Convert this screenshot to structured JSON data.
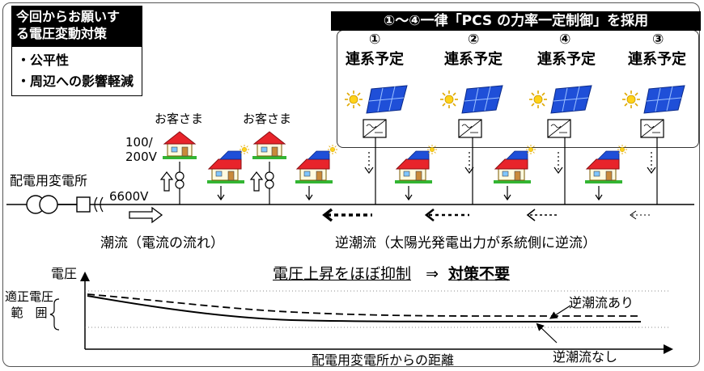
{
  "notice_box": {
    "title_line1": "今回からお願いす",
    "title_line2": "る電圧変動対策",
    "bullets": [
      "・公平性",
      "・周辺への影響軽減"
    ]
  },
  "pcs_box": {
    "title": "①〜④一律「PCS の力率一定制御」を採用",
    "units": [
      {
        "number": "①",
        "label": "連系予定"
      },
      {
        "number": "②",
        "label": "連系予定"
      },
      {
        "number": "④",
        "label": "連系予定"
      },
      {
        "number": "③",
        "label": "連系予定"
      }
    ]
  },
  "customers": [
    "お客さま",
    "お客さま"
  ],
  "voltage_label_line1": "100/",
  "voltage_label_line2": "200V",
  "substation_label": "配電用変電所",
  "line_voltage": "6600V",
  "forward_flow_label": "潮流（電流の流れ）",
  "reverse_flow_label": "逆潮流（太陽光発電出力が系統側に逆流）",
  "graph": {
    "y_axis_label": "電圧",
    "proper_range_line1": "適正電圧",
    "proper_range_line2": "範　囲",
    "headline": "電圧上昇をほぼ抑制",
    "arrow": "⇒",
    "conclusion": "対策不要",
    "legend_with": "逆潮流あり",
    "legend_without": "逆潮流なし",
    "x_axis_label": "配電用変電所からの距離"
  },
  "colors": {
    "roof": "#e8242b",
    "house_wall": "#fffbe0",
    "panel": "#1f4fd8",
    "ground": "#33b533",
    "sun": "#ffd21a"
  }
}
